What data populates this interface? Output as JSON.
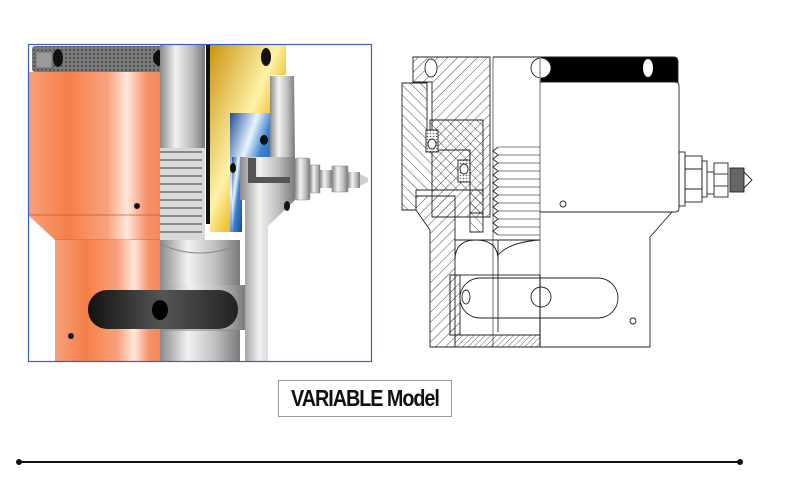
{
  "figure": {
    "caption": "VARIABLE Model",
    "left_view": "color-cutaway-illustration",
    "right_view": "line-drawing-cross-section",
    "colors": {
      "frame_border": "#3a5fbf",
      "body_orange": "#f4875a",
      "steel_gray": "#b8b8b8",
      "brass_gold": "#e8b820",
      "piston_blue": "#2a6fc0",
      "dark_seal": "#2a2a2a"
    }
  },
  "divider": {
    "style": "horizontal-rule-with-end-dots"
  }
}
